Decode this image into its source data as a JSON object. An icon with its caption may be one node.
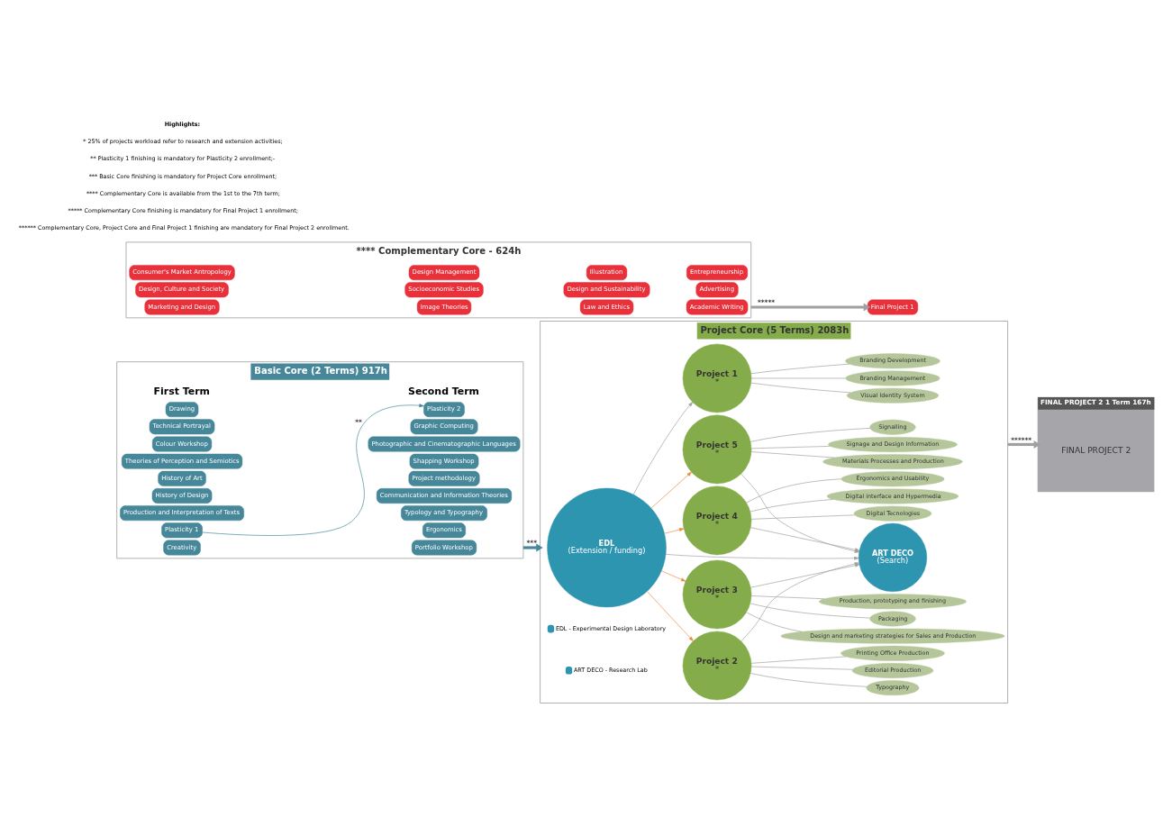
{
  "diagram": {
    "nodes": [
      {
        "text": [
          "Basic Core (2 Terms) 917h"
        ]
      },
      {
        "text": [
          "Drawing"
        ],
        "in": 0
      },
      {
        "text": [
          "Technical Portrayal"
        ],
        "in": 0
      },
      {
        "text": [
          "Colour Workshop"
        ],
        "in": 0
      },
      {
        "text": [
          "Theories of Perception and Semiotics"
        ],
        "in": 0
      },
      {
        "text": [
          "History of Art"
        ],
        "in": 0
      },
      {
        "text": [
          "History of Design"
        ],
        "in": 0
      },
      {
        "text": [
          "Production and Interpretation of Texts"
        ],
        "in": 0
      },
      {
        "text": [
          "Plasticity 1"
        ],
        "in": 0
      },
      {
        "text": [
          "Creativity"
        ],
        "in": 0
      },
      {
        "text": [
          "Graphic Computing"
        ],
        "in": 0
      },
      {
        "text": [
          "Photographic and Cinematographic Languages"
        ],
        "in": 0
      },
      {
        "text": [
          "Shapping Workshop"
        ],
        "in": 0
      },
      {
        "text": [
          "Project methodology"
        ],
        "in": 0
      },
      {
        "text": [
          "Communication and Information Theories"
        ],
        "in": 0
      },
      {
        "text": [
          "Typology and Typography"
        ],
        "in": 0
      },
      {
        "text": [
          "Ergonomics"
        ],
        "in": 0
      },
      {
        "text": [
          "Plasticity 2"
        ],
        "in": 0
      },
      {
        "text": [
          "Portfolio Workshop"
        ],
        "in": 0
      },
      {
        "text": [
          "Project Core (5 Terms) 2083h"
        ]
      },
      {
        "text": [
          "Project 1",
          "*"
        ],
        "in": 19
      },
      {
        "text": [
          "Project 2",
          "*"
        ],
        "in": 19
      },
      {
        "text": [
          "Project 3",
          "*"
        ],
        "in": 19
      },
      {
        "text": [
          "EDL",
          "(Extension / funding)"
        ],
        "in": 19
      },
      {
        "text": [
          "Project 4",
          "*"
        ],
        "in": 19
      },
      {
        "text": [
          "Project 5",
          "*"
        ],
        "in": 19
      },
      {
        "text": [
          "ART DECO",
          "(Search)"
        ],
        "in": 19
      },
      {
        "text": [
          "Visual Identity System"
        ],
        "in": 19
      },
      {
        "text": [
          "Branding Management"
        ],
        "in": 19
      },
      {
        "text": [
          "Branding Development"
        ],
        "in": 19
      },
      {
        "text": [
          "Editorial Production"
        ],
        "in": 19
      },
      {
        "text": [
          "Printing Office Production"
        ],
        "in": 19
      },
      {
        "text": [
          "Typography"
        ],
        "in": 19
      },
      {
        "text": [
          "Packaging"
        ],
        "in": 19
      },
      {
        "text": [
          "Production, prototyping and finishing"
        ],
        "in": 19
      },
      {
        "text": [
          "Design and marketing strategies for Sales and Production"
        ],
        "in": 19
      },
      {
        "text": [
          "Digital Tecnologies"
        ],
        "in": 19
      },
      {
        "text": [
          "Digital interface and Hypermedia"
        ],
        "in": 19
      },
      {
        "text": [
          "Ergonomics and Usability"
        ],
        "in": 19
      },
      {
        "text": [
          "Signalling"
        ],
        "in": 19
      },
      {
        "text": [
          "Materials Processes and Production"
        ],
        "in": 19
      },
      {
        "text": [
          "Signage and Design Information"
        ],
        "in": 19
      },
      {
        "text": [
          "FINAL PROJECT 2 1 Term 167h",
          "FINAL PROJECT 2"
        ]
      },
      {
        "text": [
          "**** Complementary Core - 624h"
        ]
      },
      {
        "text": [
          "Consumer's Market Antropology"
        ],
        "in": 43
      },
      {
        "text": [
          "Design Management"
        ],
        "in": 43
      },
      {
        "text": [
          "Illustration"
        ],
        "in": 43
      },
      {
        "text": [
          "Entrepreneurship"
        ],
        "in": 43
      },
      {
        "text": [
          "Design, Culture and Society"
        ],
        "in": 43
      },
      {
        "text": [
          "Socioeconomic Studies"
        ],
        "in": 43
      },
      {
        "text": [
          "Design and Sustainability"
        ],
        "in": 43
      },
      {
        "text": [
          "Advertising"
        ],
        "in": 43
      },
      {
        "text": [
          "Marketing and Design"
        ],
        "in": 43
      },
      {
        "text": [
          "Image Theories"
        ],
        "in": 43
      },
      {
        "text": [
          "Law and Ethics"
        ],
        "in": 43
      },
      {
        "text": [
          "Academic Writing"
        ],
        "in": 43
      },
      {
        "text": [
          "Final Project 1"
        ]
      }
    ],
    "edges": [
      {
        "from": 0,
        "to": 19,
        "arrow": "to",
        "label": "***",
        "style": "thick",
        "color": "#46879a"
      },
      {
        "from": 8,
        "to": 17,
        "arrow": "to",
        "label": "**",
        "color": "#46879a"
      },
      {
        "from": 23,
        "to": 20,
        "arrow": "to"
      },
      {
        "from": 23,
        "to": 21,
        "arrow": "to",
        "color": "#f0883e"
      },
      {
        "from": 23,
        "to": 22,
        "arrow": "to",
        "color": "#f0883e"
      },
      {
        "from": 23,
        "to": 24,
        "arrow": "to",
        "color": "#f0883e"
      },
      {
        "from": 23,
        "to": 25,
        "arrow": "to",
        "color": "#f0883e"
      },
      {
        "from": 23,
        "to": 26,
        "arrow": "to"
      },
      {
        "from": 21,
        "to": 26,
        "arrow": "to"
      },
      {
        "from": 22,
        "to": 26,
        "arrow": "to"
      },
      {
        "from": 24,
        "to": 26,
        "arrow": "to"
      },
      {
        "from": 25,
        "to": 26,
        "arrow": "to"
      },
      {
        "from": 20,
        "to": 27,
        "arrow": "none"
      },
      {
        "from": 20,
        "to": 28,
        "arrow": "none"
      },
      {
        "from": 20,
        "to": 29,
        "arrow": "none"
      },
      {
        "from": 21,
        "to": 30,
        "arrow": "none"
      },
      {
        "from": 21,
        "to": 31,
        "arrow": "none"
      },
      {
        "from": 21,
        "to": 32,
        "arrow": "none"
      },
      {
        "from": 22,
        "to": 33,
        "arrow": "none"
      },
      {
        "from": 22,
        "to": 34,
        "arrow": "none"
      },
      {
        "from": 22,
        "to": 35,
        "arrow": "none"
      },
      {
        "from": 24,
        "to": 36,
        "arrow": "none"
      },
      {
        "from": 24,
        "to": 37,
        "arrow": "none"
      },
      {
        "from": 24,
        "to": 38,
        "arrow": "none"
      },
      {
        "from": 25,
        "to": 39,
        "arrow": "none"
      },
      {
        "from": 25,
        "to": 40,
        "arrow": "none"
      },
      {
        "from": 25,
        "to": 41,
        "arrow": "none"
      },
      {
        "from": 19,
        "to": 42,
        "arrow": "to",
        "label": "******",
        "style": "thick"
      },
      {
        "from": 43,
        "to": 56,
        "arrow": "to",
        "label": "*****",
        "style": "thick"
      }
    ],
    "labels": [
      "First Term",
      "Second Term",
      "Highlights:",
      "* 25% of projects workload refer to research and extension activities;",
      "** Plasticity 1 finishing is mandatory for Plasticity 2 enrollment;-",
      "*** Basic Core finishing is mandatory for Project Core enrollment;",
      "**** Complementary Core is available from the 1st to the 7th term;",
      "***** Complementary Core finishing is mandatory for Final Project 1 enrollment;",
      "****** Complementary Core, Project Core and Final Project 1 finishing are mandatory for Final Project 2 enrollment."
    ],
    "legend": [
      {
        "text": "EDL - Experimental Design Laboratory",
        "color": "#2e95b0"
      },
      {
        "text": "ART DECO - Research Lab",
        "color": "#2e95b0"
      }
    ]
  }
}
